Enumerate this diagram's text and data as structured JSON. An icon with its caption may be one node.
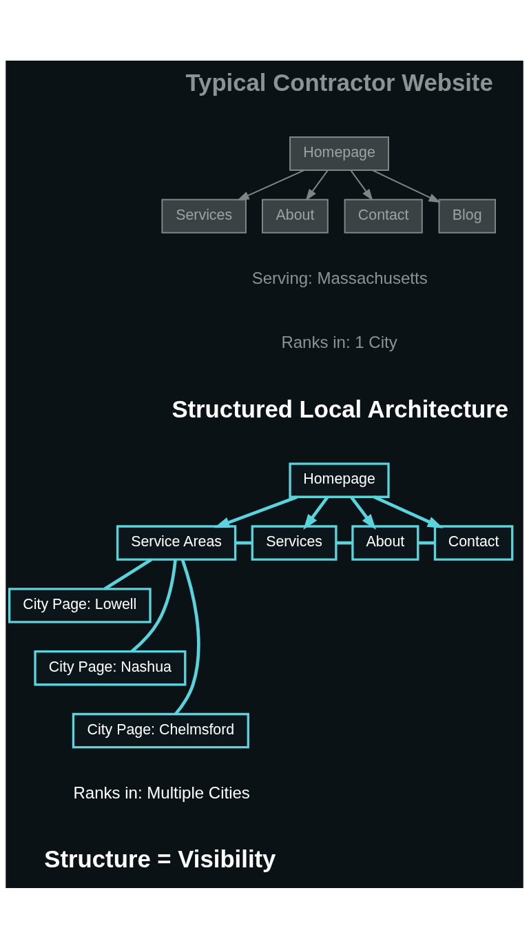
{
  "diagram": {
    "nodes": [
      {
        "text": [
          "Homepage"
        ]
      },
      {
        "text": [
          "Services"
        ]
      },
      {
        "text": [
          "About"
        ]
      },
      {
        "text": [
          "Contact"
        ]
      },
      {
        "text": [
          "Blog"
        ]
      },
      {
        "text": [
          "Homepage"
        ]
      },
      {
        "text": [
          "Service Areas"
        ]
      },
      {
        "text": [
          "Services"
        ]
      },
      {
        "text": [
          "About"
        ]
      },
      {
        "text": [
          "Contact"
        ]
      },
      {
        "text": [
          "City Page: Lowell"
        ]
      },
      {
        "text": [
          "City Page: Nashua"
        ]
      },
      {
        "text": [
          "City Page: Chelmsford"
        ]
      }
    ],
    "edges": [
      {
        "from": 0,
        "to": 1,
        "arrow": "to",
        "color": "#7d8686"
      },
      {
        "from": 0,
        "to": 2,
        "arrow": "to",
        "color": "#7d8686"
      },
      {
        "from": 0,
        "to": 3,
        "arrow": "to",
        "color": "#7d8686"
      },
      {
        "from": 0,
        "to": 4,
        "arrow": "to",
        "color": "#7d8686"
      },
      {
        "from": 5,
        "to": 6,
        "arrow": "to"
      },
      {
        "from": 5,
        "to": 7,
        "arrow": "to"
      },
      {
        "from": 5,
        "to": 8,
        "arrow": "to"
      },
      {
        "from": 5,
        "to": 9,
        "arrow": "to"
      },
      {
        "from": 6,
        "to": 7,
        "arrow": "none"
      },
      {
        "from": 7,
        "to": 8,
        "arrow": "none"
      },
      {
        "from": 8,
        "to": 9,
        "arrow": "none"
      },
      {
        "from": 6,
        "to": 10,
        "arrow": "none"
      },
      {
        "from": 6,
        "to": 11,
        "arrow": "none"
      },
      {
        "from": 6,
        "to": 12,
        "arrow": "none"
      }
    ],
    "labels": [
      "Typical Contractor Website",
      "Serving: Massachusetts",
      "Ranks in: 1 City",
      "Structured Local Architecture",
      "Ranks in: Multiple Cities",
      "Structure = Visibility"
    ]
  }
}
